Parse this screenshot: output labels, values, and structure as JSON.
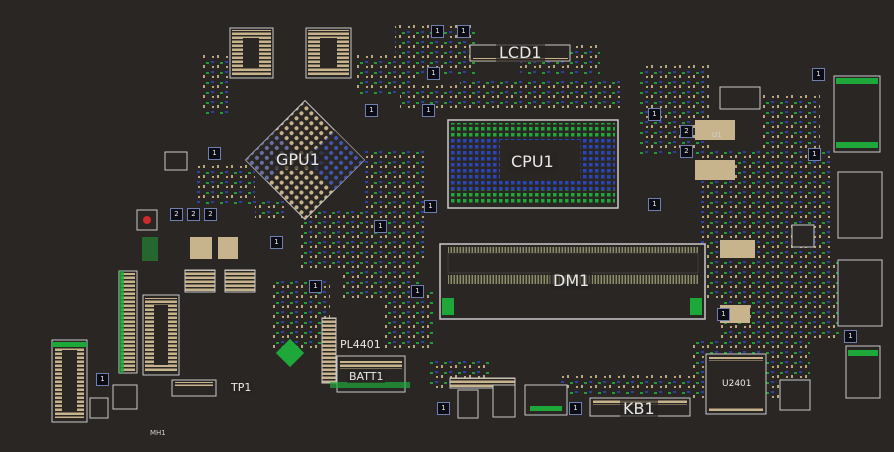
{
  "labels": {
    "lcd1": "LCD1",
    "gpu1": "GPU1",
    "cpu1": "CPU1",
    "dm1": "DM1",
    "pl4401": "PL4401",
    "batt1": "BATT1",
    "tp1": "TP1",
    "kb1": "KB1",
    "u2401": "U2401",
    "u1": "U1",
    "mh1": "MH1"
  },
  "pin_tags": {
    "one": "1",
    "two": "2"
  },
  "colors": {
    "board": "#2a2624",
    "pad_tan": "#c8b48c",
    "pad_green": "#1fa83a",
    "pad_blue": "#2a45b8",
    "outline": "#c9c9c9",
    "pin_red": "#d12a2a"
  }
}
